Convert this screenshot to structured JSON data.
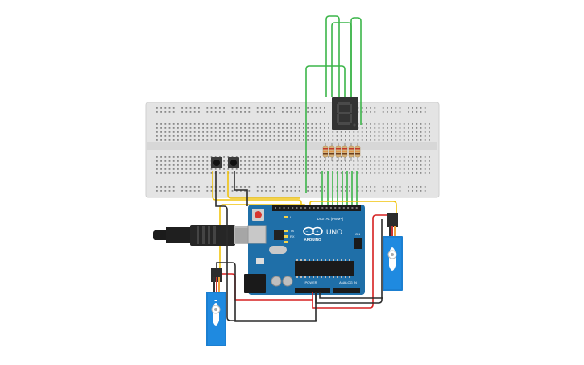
{
  "board": {
    "logo_text": "UNO",
    "brand_text": "ARDUINO",
    "digital_label": "DIGITAL (PWM~)",
    "power_label": "POWER",
    "analog_label": "ANALOG IN",
    "led_tx": "TX",
    "led_rx": "RX",
    "led_l": "L",
    "on_label": "ON"
  },
  "display": {
    "digit": "8"
  },
  "colors": {
    "board": "#1f6fa8",
    "breadboard": "#e4e4e4",
    "wire_green": "#3cb54a",
    "wire_yellow": "#f1c40f",
    "wire_red": "#d62020",
    "wire_black": "#2b2b2b",
    "servo": "#1b7fd1",
    "display": "#333333",
    "segment_on": "#e23b3b"
  }
}
